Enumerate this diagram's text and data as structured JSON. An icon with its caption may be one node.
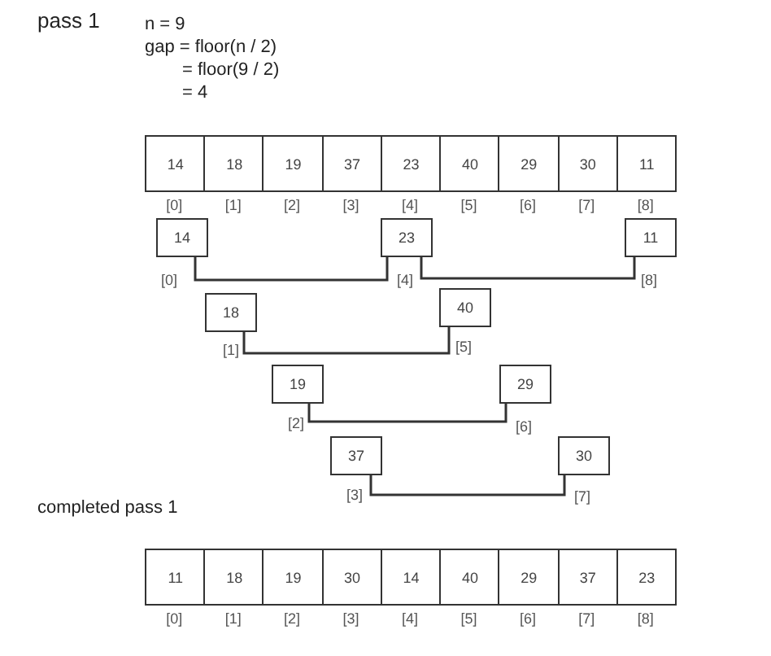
{
  "diagram": {
    "nodes": [
      {
        "text": [
          "14"
        ],
        "beside": [
          "[0]"
        ]
      },
      {
        "text": [
          "18"
        ],
        "beside": [
          "[1]"
        ]
      },
      {
        "text": [
          "19"
        ],
        "beside": [
          "[2]"
        ]
      },
      {
        "text": [
          "37"
        ],
        "beside": [
          "[3]"
        ]
      },
      {
        "text": [
          "23"
        ],
        "beside": [
          "[4]"
        ]
      },
      {
        "text": [
          "40"
        ],
        "beside": [
          "[5]"
        ]
      },
      {
        "text": [
          "29"
        ],
        "beside": [
          "[6]"
        ]
      },
      {
        "text": [
          "30"
        ],
        "beside": [
          "[7]"
        ]
      },
      {
        "text": [
          "11"
        ],
        "beside": [
          "[8]"
        ]
      },
      {
        "text": [
          "14"
        ],
        "beside": [
          "[0]"
        ]
      },
      {
        "text": [
          "23"
        ],
        "beside": [
          "[4]"
        ]
      },
      {
        "text": [
          "11"
        ],
        "beside": [
          "[8]"
        ]
      },
      {
        "text": [
          "18"
        ],
        "beside": [
          "[1]"
        ]
      },
      {
        "text": [
          "40"
        ],
        "beside": [
          "[5]"
        ]
      },
      {
        "text": [
          "19"
        ],
        "beside": [
          "[2]"
        ]
      },
      {
        "text": [
          "29"
        ],
        "beside": [
          "[6]"
        ]
      },
      {
        "text": [
          "37"
        ],
        "beside": [
          "[3]"
        ]
      },
      {
        "text": [
          "30"
        ],
        "beside": [
          "[7]"
        ]
      },
      {
        "text": [
          "11"
        ],
        "beside": [
          "[0]"
        ]
      },
      {
        "text": [
          "18"
        ],
        "beside": [
          "[1]"
        ]
      },
      {
        "text": [
          "19"
        ],
        "beside": [
          "[2]"
        ]
      },
      {
        "text": [
          "30"
        ],
        "beside": [
          "[3]"
        ]
      },
      {
        "text": [
          "14"
        ],
        "beside": [
          "[4]"
        ]
      },
      {
        "text": [
          "40"
        ],
        "beside": [
          "[5]"
        ]
      },
      {
        "text": [
          "29"
        ],
        "beside": [
          "[6]"
        ]
      },
      {
        "text": [
          "37"
        ],
        "beside": [
          "[7]"
        ]
      },
      {
        "text": [
          "23"
        ],
        "beside": [
          "[8]"
        ]
      }
    ],
    "edges": [
      {
        "from": 9,
        "to": 10,
        "arrow": "none"
      },
      {
        "from": 10,
        "to": 11,
        "arrow": "none"
      },
      {
        "from": 12,
        "to": 13,
        "arrow": "none"
      },
      {
        "from": 14,
        "to": 15,
        "arrow": "none"
      },
      {
        "from": 16,
        "to": 17,
        "arrow": "none"
      }
    ],
    "labels": [
      "pass 1",
      "n = 9",
      "gap = floor(n / 2)",
      "= floor(9 / 2)",
      "= 4",
      "completed pass 1"
    ]
  }
}
